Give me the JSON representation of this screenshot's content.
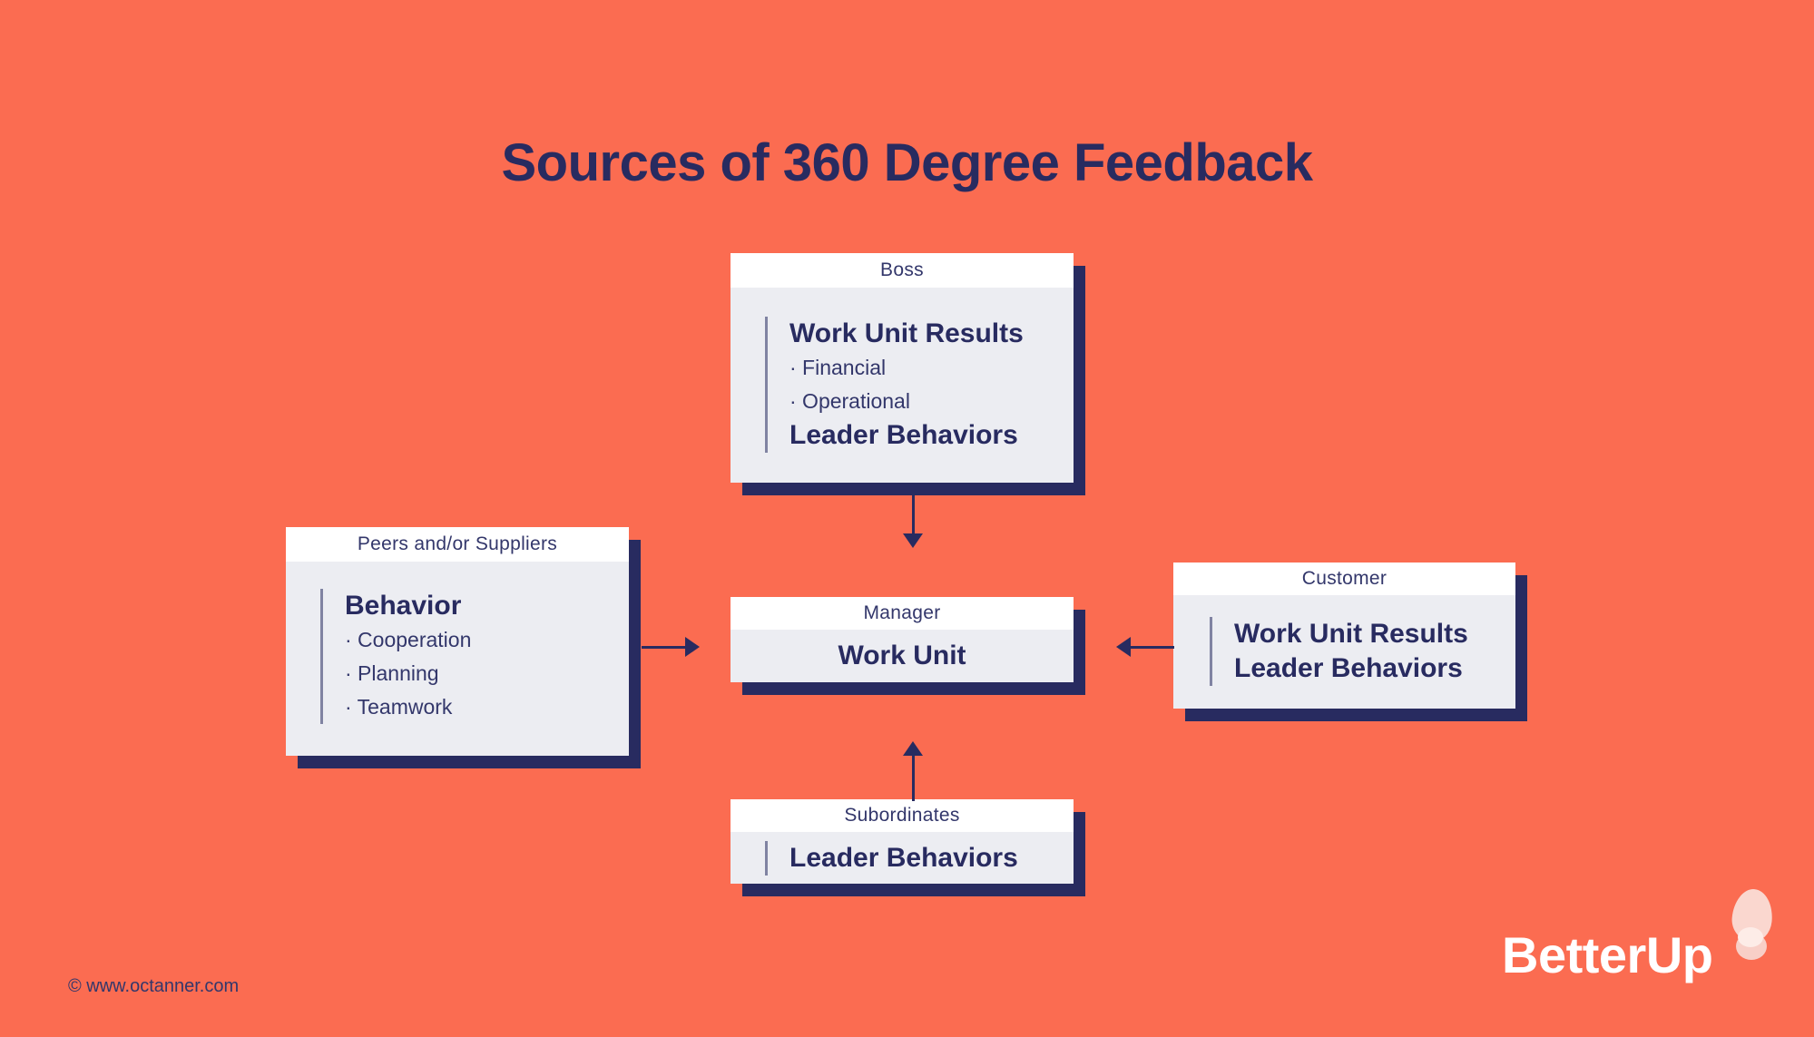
{
  "title": "Sources of 360 Degree Feedback",
  "colors": {
    "background": "#FB6C51",
    "navy": "#282B60",
    "box_header": "#FFFFFF",
    "box_body": "#ECEDF2",
    "logo_text": "#FFFFFF",
    "footprint_pink": "#FAD7CF",
    "footprint_light": "#FDECE7"
  },
  "boxes": {
    "boss": {
      "header": "Boss",
      "line1": "Work Unit Results",
      "bullet1": "· Financial",
      "bullet2": "· Operational",
      "line2": "Leader Behaviors"
    },
    "peers": {
      "header": "Peers and/or Suppliers",
      "line1": "Behavior",
      "bullet1": "· Cooperation",
      "bullet2": "· Planning",
      "bullet3": "· Teamwork"
    },
    "manager": {
      "header": "Manager",
      "line1": "Work Unit"
    },
    "customer": {
      "header": "Customer",
      "line1": "Work Unit Results",
      "line2": "Leader Behaviors"
    },
    "subordinates": {
      "header": "Subordinates",
      "line1": "Leader Behaviors"
    }
  },
  "footer": {
    "copyright": "© www.octanner.com"
  },
  "logo": {
    "text": "BetterUp",
    "mark": "footprint-icon"
  }
}
